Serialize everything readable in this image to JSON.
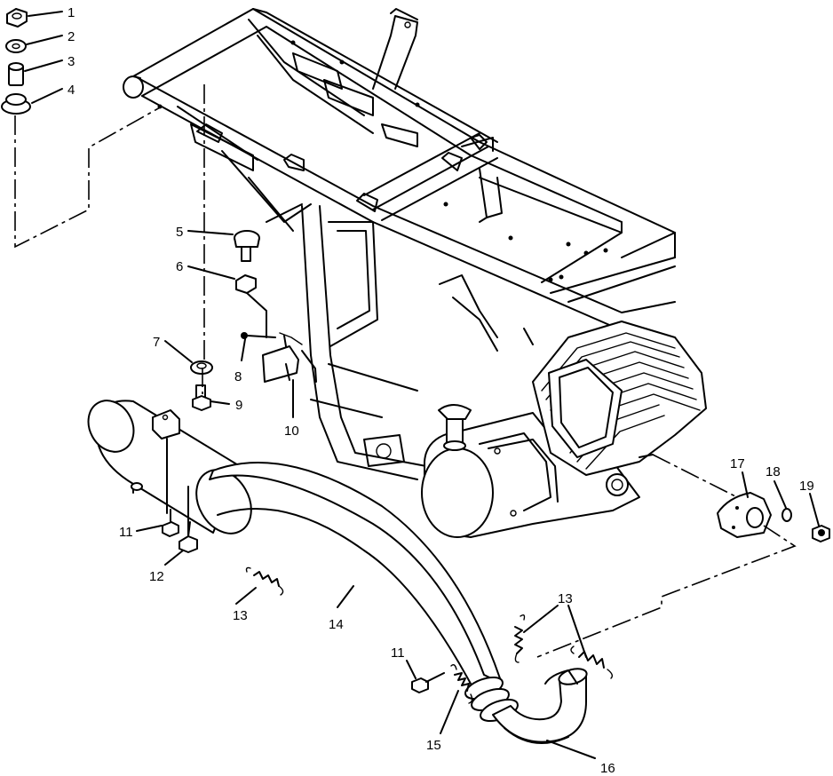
{
  "callouts": [
    {
      "id": "callout-1",
      "label": "1"
    },
    {
      "id": "callout-2",
      "label": "2"
    },
    {
      "id": "callout-3",
      "label": "3"
    },
    {
      "id": "callout-4",
      "label": "4"
    },
    {
      "id": "callout-5",
      "label": "5"
    },
    {
      "id": "callout-6",
      "label": "6"
    },
    {
      "id": "callout-7",
      "label": "7"
    },
    {
      "id": "callout-8",
      "label": "8"
    },
    {
      "id": "callout-9",
      "label": "9"
    },
    {
      "id": "callout-10",
      "label": "10"
    },
    {
      "id": "callout-11a",
      "label": "11"
    },
    {
      "id": "callout-12",
      "label": "12"
    },
    {
      "id": "callout-13a",
      "label": "13"
    },
    {
      "id": "callout-14",
      "label": "14"
    },
    {
      "id": "callout-11b",
      "label": "11"
    },
    {
      "id": "callout-13b",
      "label": "13"
    },
    {
      "id": "callout-15",
      "label": "15"
    },
    {
      "id": "callout-16",
      "label": "16"
    },
    {
      "id": "callout-17",
      "label": "17"
    },
    {
      "id": "callout-18",
      "label": "18"
    },
    {
      "id": "callout-19",
      "label": "19"
    }
  ],
  "colors": {
    "line": "#000000",
    "background": "#ffffff"
  }
}
